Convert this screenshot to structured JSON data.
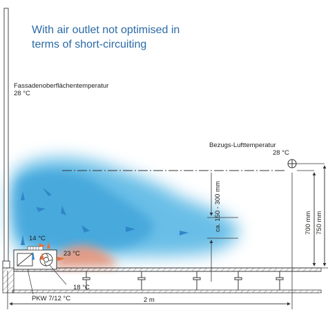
{
  "title": {
    "line1": "With air outlet not optimised in",
    "line2": "terms of short-circuiting"
  },
  "labels": {
    "facade_temp_name": "Fassadenoberflächentemperatur",
    "facade_temp_value": "28 °C",
    "reference_temp_name": "Bezugs-Lufttemperatur",
    "reference_temp_value": "28 °C",
    "temp_14": "14 °C",
    "temp_23": "23 °C",
    "temp_18": "18 °C",
    "pkw": "PKW 7/12 °C",
    "width": "2 m",
    "height_range": "ca. 150 - 300 mm",
    "dim_700": "700 mm",
    "dim_750": "750 mm"
  },
  "colors": {
    "air_cold": "#3aa6dc",
    "air_light": "#bfe3f5",
    "warm_zone": "#e89a80",
    "arrow_blue": "#2f86c8",
    "arrow_orange": "#e8703a",
    "title_blue": "#2a6aa6"
  }
}
